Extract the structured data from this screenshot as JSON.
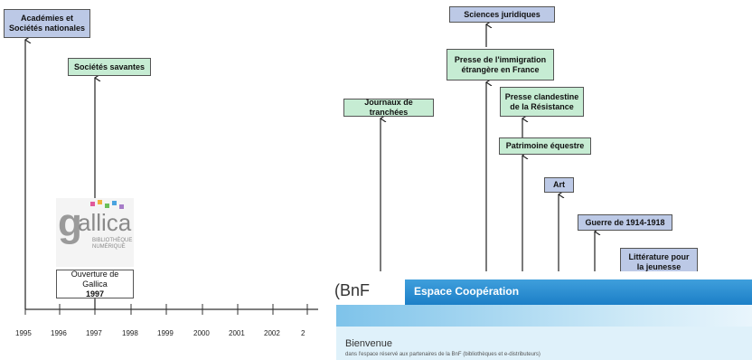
{
  "boxes": {
    "academies": "Académies et\nSociétés nationales",
    "societes_savantes": "Sociétés savantes",
    "sciences_juridiques": "Sciences juridiques",
    "presse_immigration": "Presse de l'immigration\nétrangère en France",
    "journaux_tranchees": "Journaux de tranchées",
    "presse_clandestine": "Presse clandestine\nde la Résistance",
    "patrimoine_equestre": "Patrimoine équestre",
    "art": "Art",
    "guerre": "Guerre de 1914-1918",
    "litterature": "Littérature pour\nla jeunesse"
  },
  "ouverture": {
    "label": "Ouverture de Gallica",
    "year": "1997"
  },
  "gallica_logo": {
    "g": "g",
    "word": "allica",
    "sub": "BIBLIOTHÈQUE\nNUMÉRIQUE"
  },
  "years": [
    "1995",
    "1996",
    "1997",
    "1998",
    "1999",
    "2000",
    "2001",
    "2002",
    "2"
  ],
  "bnf": {
    "logo": "(BnF",
    "title": "Espace Coopération",
    "welcome": "Bienvenue",
    "description": "dans l'espace réservé aux partenaires de la BnF (bibliothèques et e-distributeurs)"
  },
  "colors": {
    "blue_box": "#bcc9e6",
    "green_box": "#c6ecd3",
    "bnf_blue": "#1c7fc7"
  }
}
